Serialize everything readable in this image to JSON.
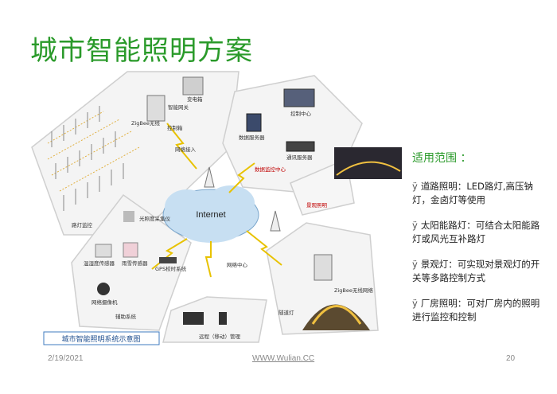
{
  "slide": {
    "title": "城市智能照明方案",
    "footer": {
      "date": "2/19/2021",
      "site": "WWW.Wulian.CC",
      "page": "20"
    }
  },
  "scope": {
    "title": "适用范围 ：",
    "bullet": "ÿ",
    "items": [
      {
        "label": "道路照明：",
        "text": "LED路灯,高压钠灯，金卤灯等使用"
      },
      {
        "label": "太阳能路灯：",
        "text": "可结合太阳能路灯或风光互补路灯"
      },
      {
        "label": "景观灯：",
        "text": "可实现对景观灯的开关等多路控制方式"
      },
      {
        "label": "厂房照明：",
        "text": "可对厂房内的照明进行监控和控制"
      }
    ]
  },
  "diagram": {
    "internet_label": "Internet",
    "caption": "城市智能照明系统示意图",
    "sections": {
      "street": "路灯监控",
      "center": "数据监控中心",
      "landscape": "景观照明",
      "network_center": "网络中心",
      "aux": "辅助系统",
      "tunnel": "隧道灯",
      "remote": "远程（移动）管理"
    },
    "labels": {
      "transformer": "变电箱",
      "smart_gateway": "智能网关",
      "zigbee": "ZigBee无线",
      "cabinet": "控制箱",
      "net_access": "网络接入",
      "dispatch": "控制中心",
      "data_server": "数据服务器",
      "comm_server": "通讯服务器",
      "sensor_light": "光照度采集仪",
      "sensor_temp": "温湿度传感器",
      "sensor_rain": "雨雪传感器",
      "gps": "GPS校时系统",
      "camera": "网络摄像机",
      "tunnel_zigbee": "ZigBee无线网络"
    }
  }
}
